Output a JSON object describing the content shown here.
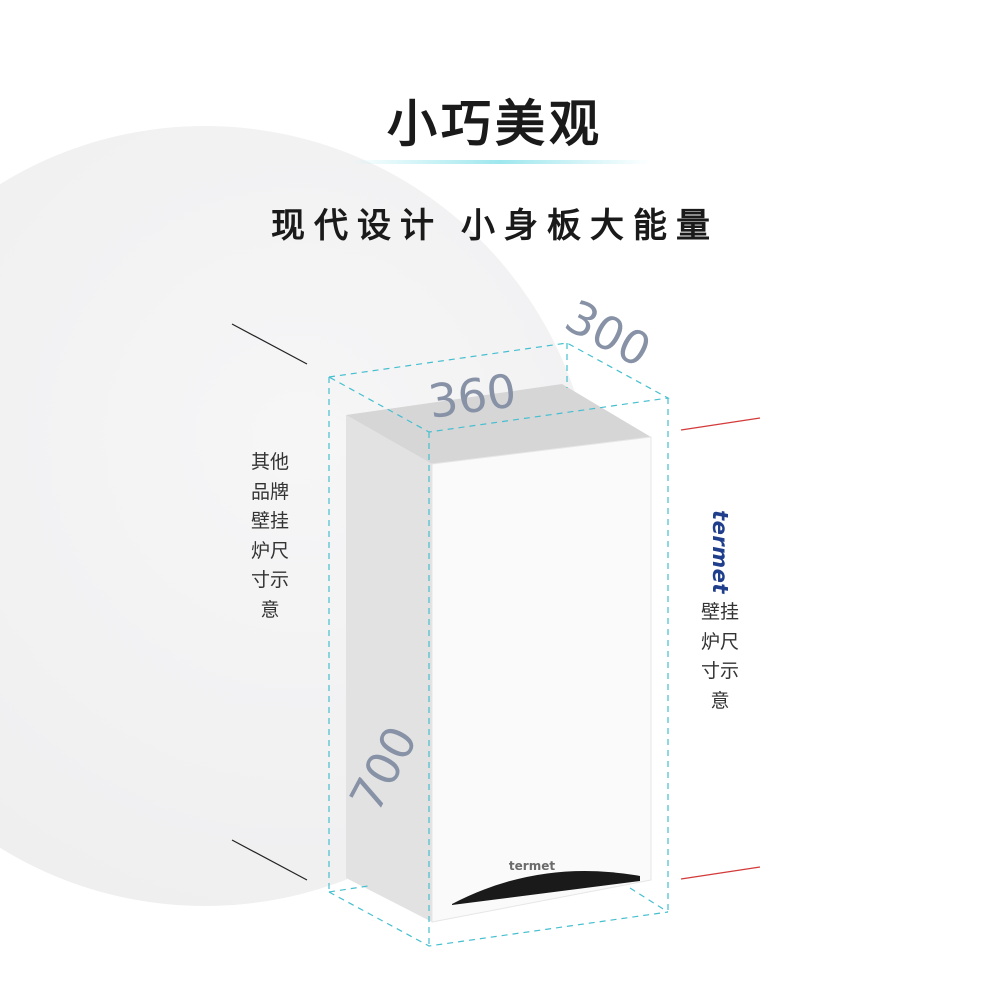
{
  "title": "小巧美观",
  "subtitle": {
    "part1": "现代设计",
    "part2": "小身板大能量"
  },
  "left_caption": "其他品牌壁挂炉尺寸示意",
  "right_caption": {
    "brand": "termet",
    "text": "壁挂炉尺寸示意"
  },
  "device_logo": "termet",
  "dimensions": {
    "depth": "300",
    "width": "360",
    "height": "700"
  },
  "colors": {
    "guide_dashed": "#45bfcf",
    "marker_red": "#d43a3a",
    "brand_blue": "#1f3e8c",
    "device_front": "#fafafa",
    "device_side": "#e2e2e3",
    "device_top": "#d6d6d7",
    "device_base": "#1a1a1a"
  }
}
